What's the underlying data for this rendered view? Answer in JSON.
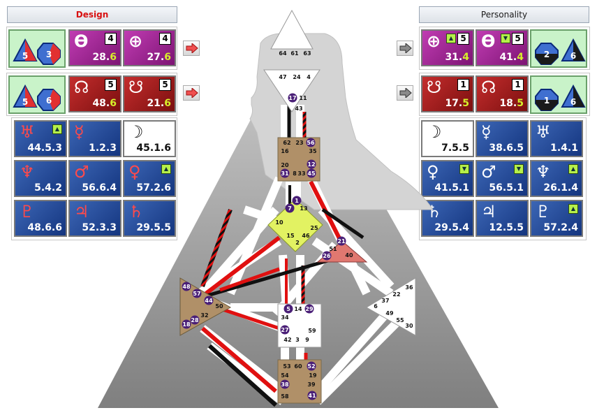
{
  "headers": {
    "design": "Design",
    "personality": "Personality"
  },
  "profile": {
    "design": [
      {
        "left": "5",
        "right": "3"
      },
      {
        "left": "5",
        "right": "6"
      }
    ],
    "personality": [
      {
        "left": "2",
        "right": "6"
      },
      {
        "left": "1",
        "right": "6"
      }
    ]
  },
  "design_nodes": [
    {
      "glyph": "ϴ",
      "line": "4",
      "gate": "28.",
      "line_dec": "6"
    },
    {
      "glyph": "⊕",
      "line": "4",
      "gate": "27.",
      "line_dec": "6"
    },
    {
      "glyph": "☊",
      "line": "5",
      "gate": "48.",
      "line_dec": "6"
    },
    {
      "glyph": "☋",
      "line": "5",
      "gate": "21.",
      "line_dec": "6"
    }
  ],
  "personality_nodes": [
    {
      "glyph": "⊕",
      "line": "5",
      "gate": "31.",
      "line_dec": "4",
      "arrow": "▲"
    },
    {
      "glyph": "ϴ",
      "line": "5",
      "gate": "41.",
      "line_dec": "4",
      "arrow": "▼"
    },
    {
      "glyph": "☋",
      "line": "1",
      "gate": "17.",
      "line_dec": "5"
    },
    {
      "glyph": "☊",
      "line": "1",
      "gate": "18.",
      "line_dec": "5"
    }
  ],
  "design_planets": [
    {
      "glyph": "♅",
      "value": "44.5.3",
      "arrow": "▲"
    },
    {
      "glyph": "☿",
      "value": "1.2.3"
    },
    {
      "glyph": "☽",
      "value": "45.1.6"
    },
    {
      "glyph": "♆",
      "value": "5.4.2"
    },
    {
      "glyph": "♂",
      "value": "56.6.4"
    },
    {
      "glyph": "♀",
      "value": "57.2.6",
      "arrow": "▲"
    },
    {
      "glyph": "♇",
      "value": "48.6.6"
    },
    {
      "glyph": "♃",
      "value": "52.3.3"
    },
    {
      "glyph": "♄",
      "value": "29.5.5"
    }
  ],
  "personality_planets": [
    {
      "glyph": "☽",
      "value": "7.5.5"
    },
    {
      "glyph": "☿",
      "value": "38.6.5"
    },
    {
      "glyph": "♅",
      "value": "1.4.1"
    },
    {
      "glyph": "♀",
      "value": "41.5.1",
      "arrow": "▼"
    },
    {
      "glyph": "♂",
      "value": "56.5.1",
      "arrow": "▼"
    },
    {
      "glyph": "♆",
      "value": "26.1.4",
      "arrow": "▲"
    },
    {
      "glyph": "♄",
      "value": "29.5.4"
    },
    {
      "glyph": "♃",
      "value": "12.5.5"
    },
    {
      "glyph": "♇",
      "value": "57.2.4",
      "arrow": "▲"
    }
  ],
  "gates": {
    "head": [
      "64",
      "61",
      "63"
    ],
    "ajna": [
      "47",
      "24",
      "4",
      "17",
      "11",
      "43"
    ],
    "throat": [
      "62",
      "23",
      "56",
      "16",
      "35",
      "20",
      "12",
      "31",
      "8",
      "33",
      "45"
    ],
    "g": [
      "1",
      "7",
      "13",
      "10",
      "25",
      "15",
      "46",
      "2"
    ],
    "heart": [
      "21",
      "51",
      "26",
      "40"
    ],
    "spleen": [
      "48",
      "57",
      "44",
      "50",
      "32",
      "28",
      "18"
    ],
    "sacral": [
      "5",
      "14",
      "29",
      "34",
      "27",
      "59",
      "42",
      "3",
      "9"
    ],
    "solar": [
      "36",
      "37",
      "22",
      "6",
      "49",
      "55",
      "30"
    ],
    "root": [
      "53",
      "60",
      "52",
      "54",
      "19",
      "38",
      "39",
      "58",
      "41"
    ]
  },
  "colors": {
    "design": "#e01010",
    "personality": "#101010",
    "defined_center": "#b09068",
    "g_center": "#e2f262",
    "heart_center": "#e07870",
    "gate_badge": "#4a1f77"
  }
}
